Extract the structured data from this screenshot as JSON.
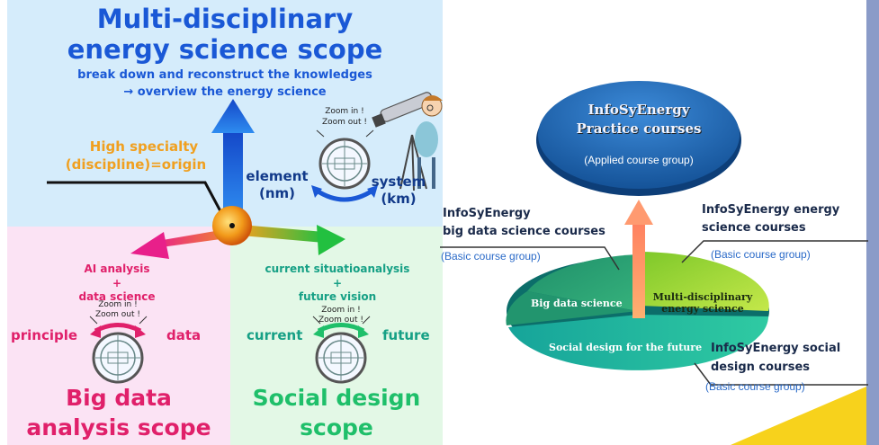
{
  "left_panel": {
    "top_title_line1": "Multi-disciplinary",
    "top_title_line2": "energy science scope",
    "top_sub_line1": "break down and reconstruct the knowledges",
    "top_sub_line2": "→ overview the energy science",
    "high_specialty_line1": "High specialty",
    "high_specialty_line2": "(discipline)=origin",
    "zoom_in": "Zoom in !",
    "zoom_out": "Zoom out !",
    "element_line1": "element",
    "element_line2": "(nm)",
    "system_line1": "system",
    "system_line2": "(km)",
    "ai_line1": "AI analysis",
    "ai_line2": "+",
    "ai_line3": "data science",
    "principle": "principle",
    "data": "data",
    "big_data_line1": "Big data",
    "big_data_line2": "analysis scope",
    "current_situation_line1": "current situatioanalysis",
    "current_situation_line2": "+",
    "current_situation_line3": "future vision",
    "current": "current",
    "future": "future",
    "social_line1": "Social design",
    "social_line2": "scope"
  },
  "right_panel": {
    "practice_line1": "InfoSyEnergy",
    "practice_line2": "Practice courses",
    "practice_group": "(Applied course group)",
    "bigdata_courses_line1": "InfoSyEnergy",
    "bigdata_courses_line2": "big data science courses",
    "bigdata_group": "(Basic course group)",
    "energy_courses_line1": "InfoSyEnergy energy",
    "energy_courses_line2": "science courses",
    "energy_group": "(Basic course group)",
    "social_courses_line1": "InfoSyEnergy social",
    "social_courses_line2": "design  courses",
    "social_group": "(Basic course group)",
    "pie_bigdata": "Big data science",
    "pie_multi_line1": "Multi-disciplinary",
    "pie_multi_line2": "energy science",
    "pie_social": "Social design for the future"
  },
  "colors": {
    "top_bg": "#d5ecfb",
    "bottom_left_bg": "#fbe3f4",
    "bottom_right_bg": "#e3f8e6",
    "title_blue": "#1a58d6",
    "orange": "#f0a020",
    "pink_red": "#e0206a",
    "green": "#1fbf6a",
    "right_strip": "#8a9bc8",
    "pie_bigdata": "#1a9a70",
    "pie_energy": "#9cd62c",
    "pie_social": "#1bb8a0",
    "practice": "#1f69b8",
    "arrow": "#ff9a5a"
  }
}
